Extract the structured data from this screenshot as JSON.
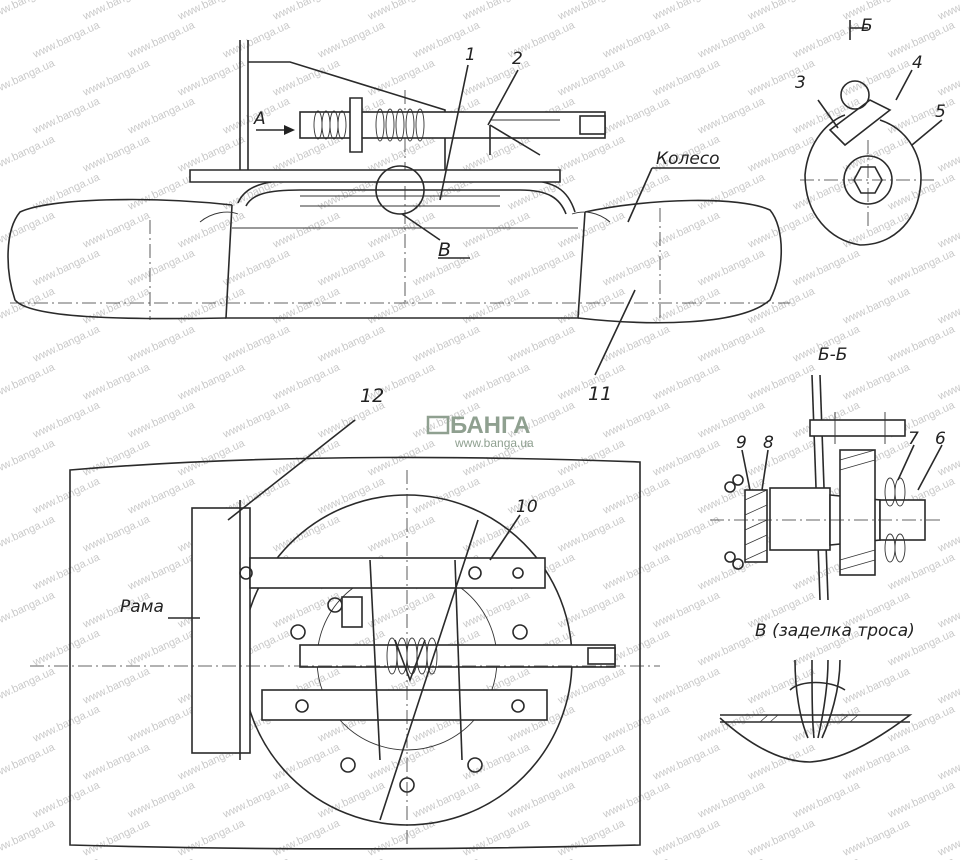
{
  "labels": {
    "n1": "1",
    "n2": "2",
    "n3": "3",
    "n4": "4",
    "n5": "5",
    "n6": "6",
    "n7": "7",
    "n8": "8",
    "n9": "9",
    "n10": "10",
    "n11": "11",
    "n12": "12",
    "view_a": "A",
    "section_b": "Б",
    "section_bb": "Б-Б",
    "detail_v": "В",
    "detail_v_caption": "В (заделка троса)",
    "wheel": "Колесо",
    "frame": "Рама"
  },
  "logo": {
    "text": "БАНГА",
    "url": "www.banga.ua"
  },
  "watermark": "www.banga.ua"
}
